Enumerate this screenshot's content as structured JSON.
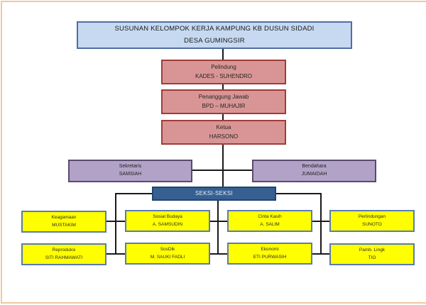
{
  "title": {
    "line1": "SUSUNAN KELOMPOK KERJA KAMPUNG KB DUSUN SIDADI",
    "line2": "DESA GUMINGSIR"
  },
  "colors": {
    "title_fill": "#c6d9f1",
    "leadership_fill": "#d99595",
    "officer_fill": "#b3a2c7",
    "seksi_header_fill": "#366092",
    "seksi_fill": "#ffff00",
    "connector": "#1a1a1a"
  },
  "leadership": [
    {
      "role": "Pelindung",
      "name": "KADES - SUHENDRO"
    },
    {
      "role": "Penanggung Jawab",
      "name": "BPD – MUHAJIR"
    },
    {
      "role": "Ketua",
      "name": "HARSONO"
    }
  ],
  "officers": {
    "secretary": {
      "role": "Sekretaris",
      "name": "SAMSIAH"
    },
    "treasurer": {
      "role": "Bendahara",
      "name": "JUMAIDAH"
    }
  },
  "seksi_header": "SEKSI-SEKSI",
  "sections": [
    {
      "role": "Keagamaan",
      "name": "MUSTAKIM"
    },
    {
      "role": "Sosial Budaya",
      "name": "A. SAMSUDIN"
    },
    {
      "role": "Cinta Kasih",
      "name": "A. SALIM"
    },
    {
      "role": "Perlindungan",
      "name": "SUNOTO"
    },
    {
      "role": "Reproduksi",
      "name": "SITI RAHMAWATI"
    },
    {
      "role": "SosDik",
      "name": "M. SAUKI FADLI"
    },
    {
      "role": "Ekonomi",
      "name": "ETI PURWASIH"
    },
    {
      "role": "Pamb. Lingk",
      "name": "TIO"
    }
  ]
}
